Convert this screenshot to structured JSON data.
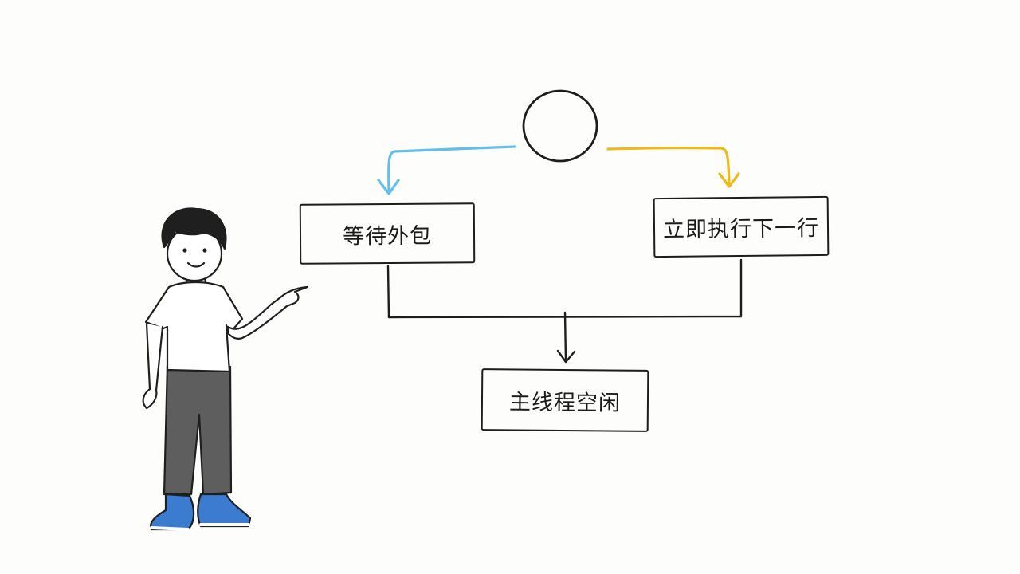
{
  "diagram": {
    "nodes": {
      "wait": {
        "label": "等待外包"
      },
      "next": {
        "label": "立即执行下一行"
      },
      "idle": {
        "label": "主线程空闲"
      }
    },
    "colors": {
      "ink": "#1d1d1d",
      "left_arrow": "#62bfe8",
      "right_arrow": "#f0b91a",
      "shirt": "#ffffff",
      "pants": "#5e5e5e",
      "shoes": "#3b7bd0"
    },
    "icons": [
      "decision-circle-icon",
      "person-pointing-icon"
    ]
  }
}
